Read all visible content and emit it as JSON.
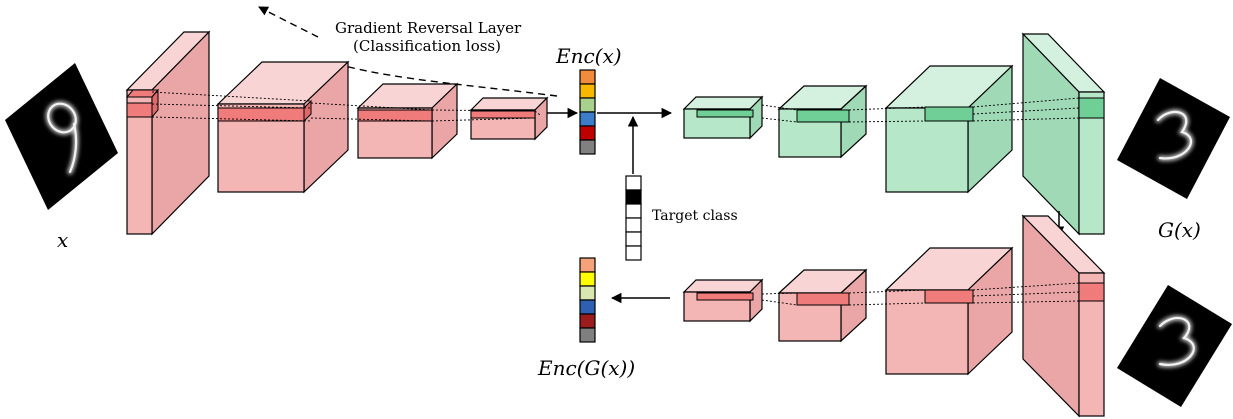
{
  "labels": {
    "grl_line1": "Gradient Reversal Layer",
    "grl_line2": "(Classification loss)",
    "enc_x": "Enc(x)",
    "target_class": "Target class",
    "x": "x",
    "g_x": "G(x)",
    "enc_g_x": "Enc(G(x))"
  },
  "colors": {
    "encoder_front": "#f4b5b5",
    "encoder_top": "#f9d4d4",
    "encoder_side": "#eaa6a6",
    "encoder_band": "#ef7b7b",
    "generator_front": "#b7e7c9",
    "generator_top": "#d3f1de",
    "generator_side": "#9fd9b5",
    "generator_band": "#6fcf97",
    "code_enc_x": [
      "#f08c3c",
      "#f6b800",
      "#a9d18e",
      "#3d7cc9",
      "#c00000",
      "#808080"
    ],
    "code_enc_gx": [
      "#f4a27a",
      "#ffff00",
      "#d9e8b0",
      "#2f5fb0",
      "#9b1c1c",
      "#7f7f7f"
    ],
    "target_class_cells": [
      "#ffffff",
      "#000000",
      "#ffffff",
      "#ffffff",
      "#ffffff",
      "#ffffff"
    ]
  },
  "icons": {
    "input_digit": "digit-9-image",
    "generated_digit_top": "digit-3-image",
    "generated_digit_bottom": "digit-3-image"
  }
}
